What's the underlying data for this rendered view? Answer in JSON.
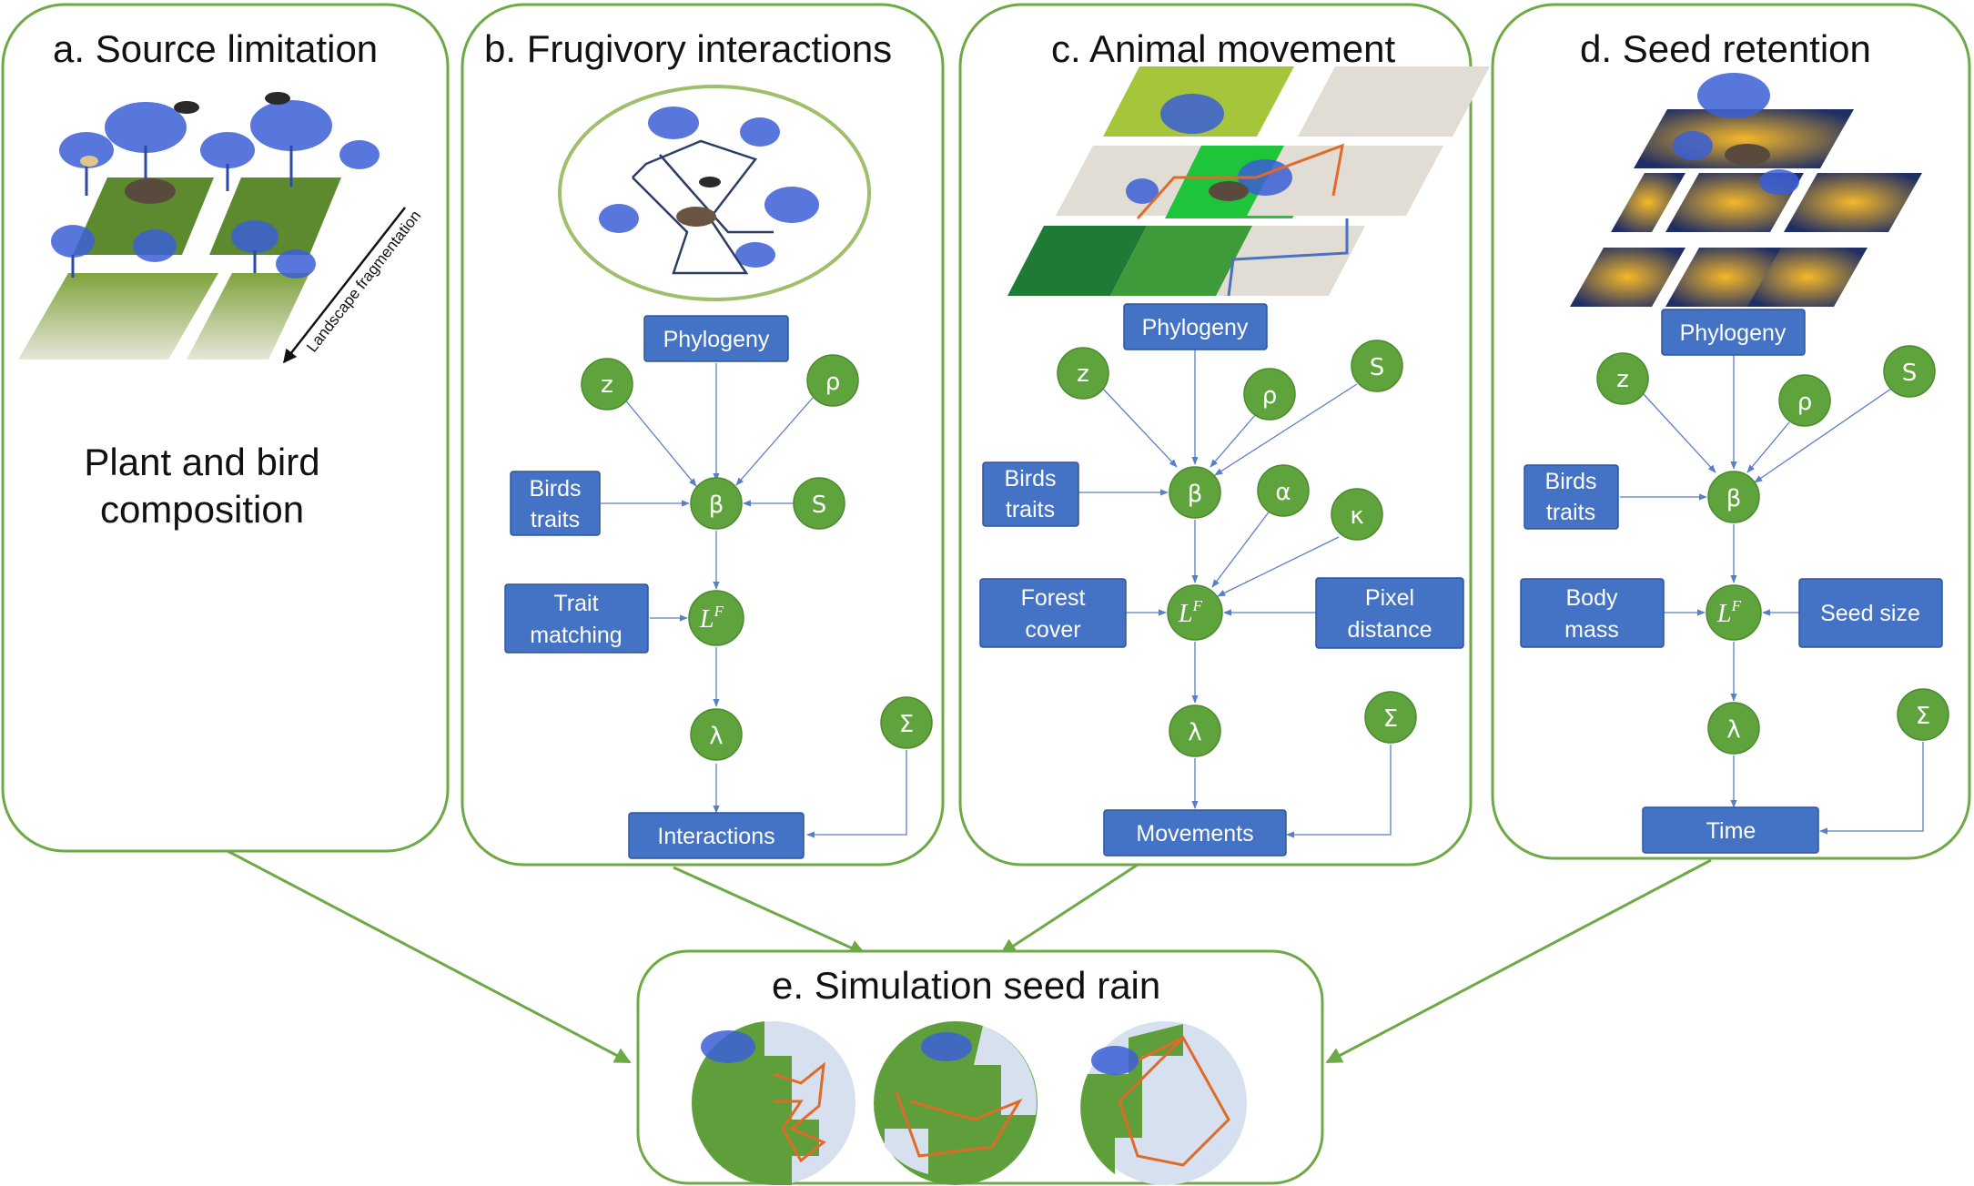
{
  "colors": {
    "panel_border": "#6da944",
    "box_fill": "#4472c4",
    "circle_fill": "#5ea33c",
    "edge": "#5b7fc7",
    "link": "#6da944"
  },
  "panels": {
    "a": {
      "title": "a.  Source limitation",
      "side_label": "Landscape fragmentation",
      "composition_line1": "Plant and bird",
      "composition_line2": "composition"
    },
    "b": {
      "title": "b.  Frugivory interactions",
      "phylogeny": "Phylogeny",
      "z": "z",
      "rho": "ρ",
      "beta": "β",
      "S": "S",
      "birds_traits_1": "Birds",
      "birds_traits_2": "traits",
      "trait_matching_1": "Trait",
      "trait_matching_2": "matching",
      "LF": "L",
      "LF_sup": "F",
      "lambda": "λ",
      "sigma": "Σ",
      "output": "Interactions"
    },
    "c": {
      "title": "c.  Animal movement",
      "phylogeny": "Phylogeny",
      "z": "z",
      "rho": "ρ",
      "S": "S",
      "beta": "β",
      "alpha": "α",
      "kappa": "κ",
      "birds_traits_1": "Birds",
      "birds_traits_2": "traits",
      "forest_cover_1": "Forest",
      "forest_cover_2": "cover",
      "pixel_distance_1": "Pixel",
      "pixel_distance_2": "distance",
      "LF": "L",
      "LF_sup": "F",
      "lambda": "λ",
      "sigma": "Σ",
      "output": "Movements"
    },
    "d": {
      "title": "d.  Seed retention",
      "phylogeny": "Phylogeny",
      "z": "z",
      "rho": "ρ",
      "S": "S",
      "beta": "β",
      "birds_traits_1": "Birds",
      "birds_traits_2": "traits",
      "body_mass_1": "Body",
      "body_mass_2": "mass",
      "seed_size": "Seed size",
      "LF": "L",
      "LF_sup": "F",
      "lambda": "λ",
      "sigma": "Σ",
      "output": "Time"
    },
    "e": {
      "title": "e.  Simulation seed rain"
    }
  }
}
